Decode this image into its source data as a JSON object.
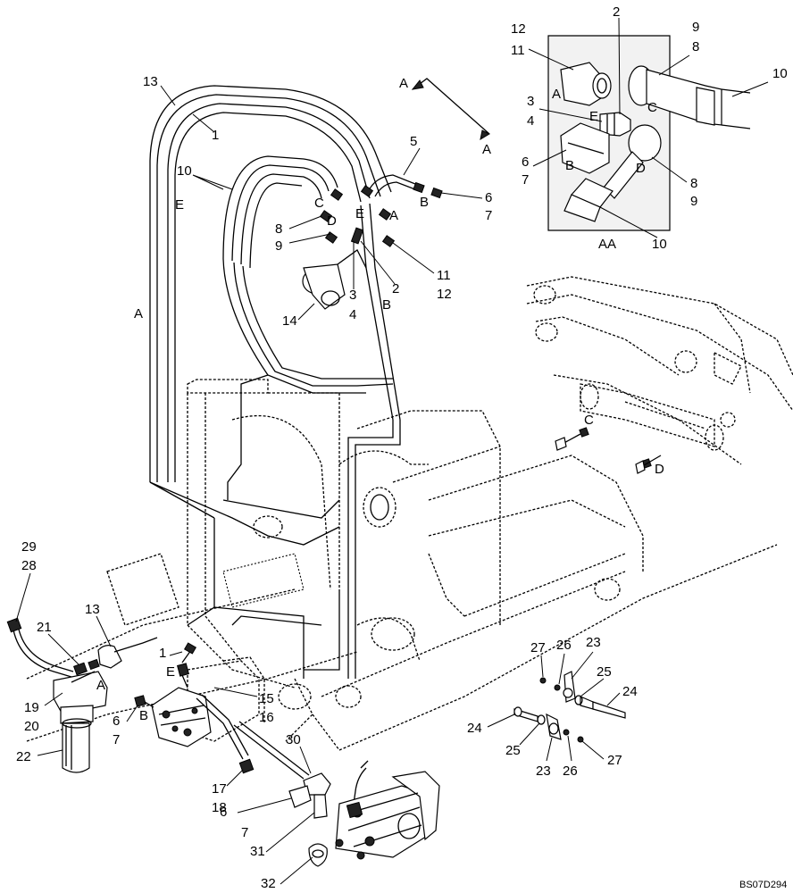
{
  "drawing_ref": "BS07D294",
  "section_marker": "A",
  "inset": {
    "title": "AA",
    "ports": [
      "A",
      "B",
      "C",
      "D",
      "E"
    ],
    "callouts": [
      "12",
      "11",
      "2",
      "9",
      "8",
      "10",
      "3",
      "4",
      "6",
      "7",
      "8",
      "9",
      "10"
    ]
  },
  "hose_labels": {
    "A": "A",
    "B": "B",
    "C": "C",
    "D": "D",
    "E": "E"
  },
  "callouts_main": [
    "13",
    "1",
    "10",
    "5",
    "6",
    "7",
    "8",
    "9",
    "11",
    "12",
    "2",
    "3",
    "4",
    "14",
    "29",
    "28",
    "21",
    "13",
    "19",
    "20",
    "22",
    "1",
    "15",
    "16",
    "6",
    "7",
    "17",
    "18",
    "30",
    "6",
    "7",
    "31",
    "32"
  ],
  "bracket_callouts": [
    "27",
    "26",
    "23",
    "25",
    "24",
    "24",
    "25",
    "23",
    "26",
    "27"
  ]
}
